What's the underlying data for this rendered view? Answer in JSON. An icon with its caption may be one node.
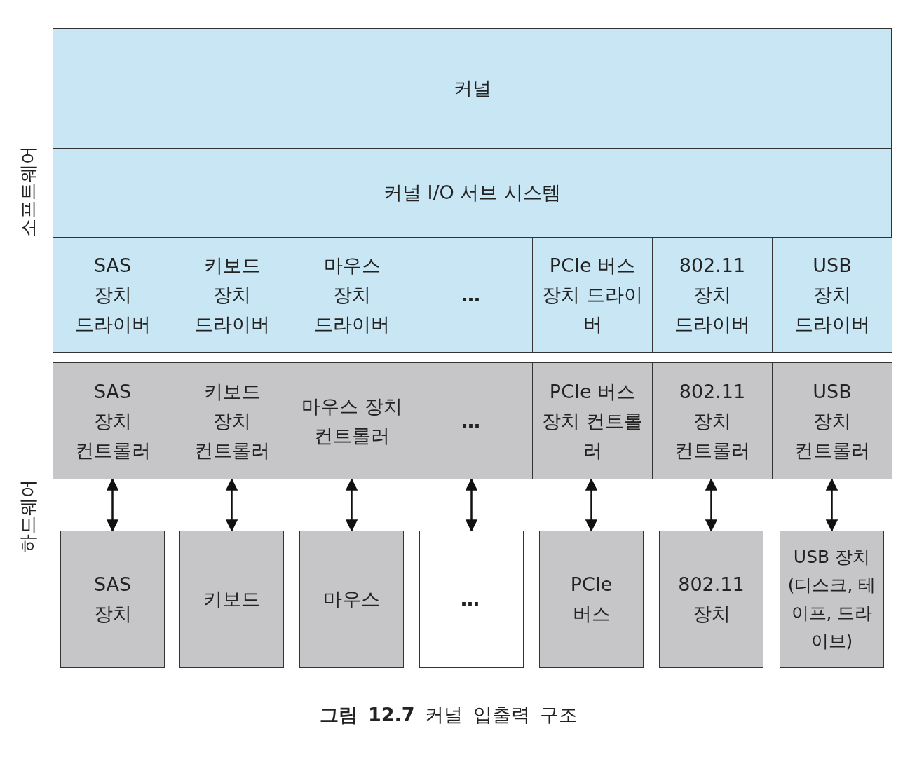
{
  "diagram": {
    "caption": "**그림 12.7** 커널 입출력 구조",
    "nodes": [
      {
        "text": [
          "커널"
        ]
      },
      {
        "text": [
          "커널 I/O 서브 시스템"
        ]
      },
      {
        "text": [
          "SAS 장치 드라이버"
        ]
      },
      {
        "text": [
          "키보드 장치 드라이버"
        ]
      },
      {
        "text": [
          "마우스 장치 드라이버"
        ]
      },
      {
        "text": [
          "…"
        ]
      },
      {
        "text": [
          "PCIe 버스 장치 드라이버"
        ]
      },
      {
        "text": [
          "802.11 장치 드라이버"
        ]
      },
      {
        "text": [
          "USB 장치 드라이버"
        ]
      },
      {
        "text": [
          "SAS 장치 컨트롤러"
        ]
      },
      {
        "text": [
          "키보드 장치 컨트롤러"
        ]
      },
      {
        "text": [
          "마우스 장치 컨트롤러"
        ]
      },
      {
        "text": [
          "…"
        ]
      },
      {
        "text": [
          "PCIe 버스 장치 컨트롤러"
        ]
      },
      {
        "text": [
          "802.11 장치 컨트롤러"
        ]
      },
      {
        "text": [
          "USB 장치 컨트롤러"
        ]
      },
      {
        "text": [
          "SAS 장치"
        ]
      },
      {
        "text": [
          "키보드"
        ]
      },
      {
        "text": [
          "마우스"
        ]
      },
      {
        "text": [
          "…"
        ]
      },
      {
        "text": [
          "PCIe 버스"
        ]
      },
      {
        "text": [
          "802.11 장치"
        ]
      },
      {
        "text": [
          "USB 장치(디스크, 테이프, 드라이브)"
        ]
      }
    ],
    "edges": [
      {
        "from": 9,
        "to": 16,
        "arrow": "both"
      },
      {
        "from": 10,
        "to": 17,
        "arrow": "both"
      },
      {
        "from": 11,
        "to": 18,
        "arrow": "both"
      },
      {
        "from": 12,
        "to": 19,
        "arrow": "both"
      },
      {
        "from": 13,
        "to": 20,
        "arrow": "both"
      },
      {
        "from": 14,
        "to": 21,
        "arrow": "both"
      },
      {
        "from": 15,
        "to": 22,
        "arrow": "both"
      }
    ],
    "labels": [
      "소프트웨어",
      "하드웨어"
    ]
  }
}
